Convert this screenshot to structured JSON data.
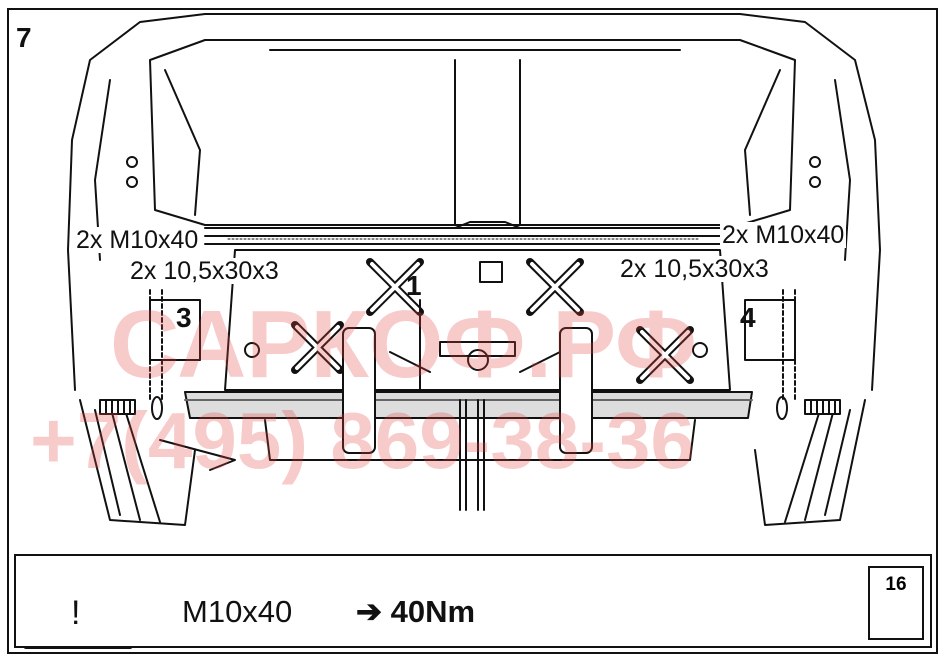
{
  "step_number": "7",
  "labels": {
    "bolts_left": "2x M10x40",
    "washers_left": "2x 10,5x30x3",
    "bolts_right": "2x M10x40",
    "washers_right": "2x 10,5x30x3",
    "part_1": "1",
    "part_3": "3",
    "part_4": "4"
  },
  "footer": {
    "warning": "!",
    "bolt_spec": "M10x40",
    "torque": "➔ 40Nm",
    "socket_size": "16"
  },
  "watermark": {
    "brand": "САРКОФ.РФ",
    "phone": "+7(495) 869-38-36"
  },
  "colors": {
    "line": "#111111",
    "watermark": "#e64646"
  }
}
